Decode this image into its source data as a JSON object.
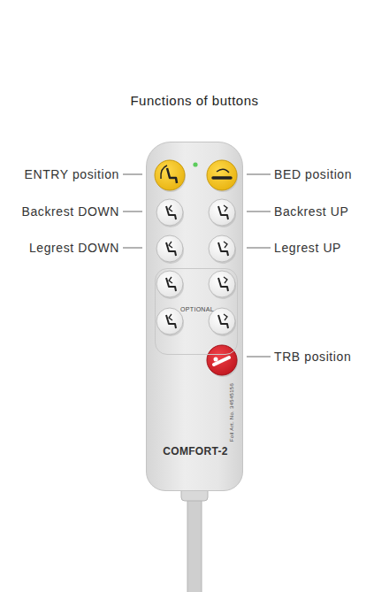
{
  "diagram": {
    "title": "Functions of buttons",
    "nodes": [
      {
        "text": [
          "Foil Art. No. 34545156",
          "COMFORT-2"
        ]
      },
      {
        "text": [
          "OPTIONAL"
        ],
        "in": 0
      }
    ],
    "labels": [
      "ENTRY position",
      "BED position",
      "Backrest DOWN",
      "Backrest UP",
      "Legrest DOWN",
      "Legrest UP",
      "TRB position"
    ]
  }
}
